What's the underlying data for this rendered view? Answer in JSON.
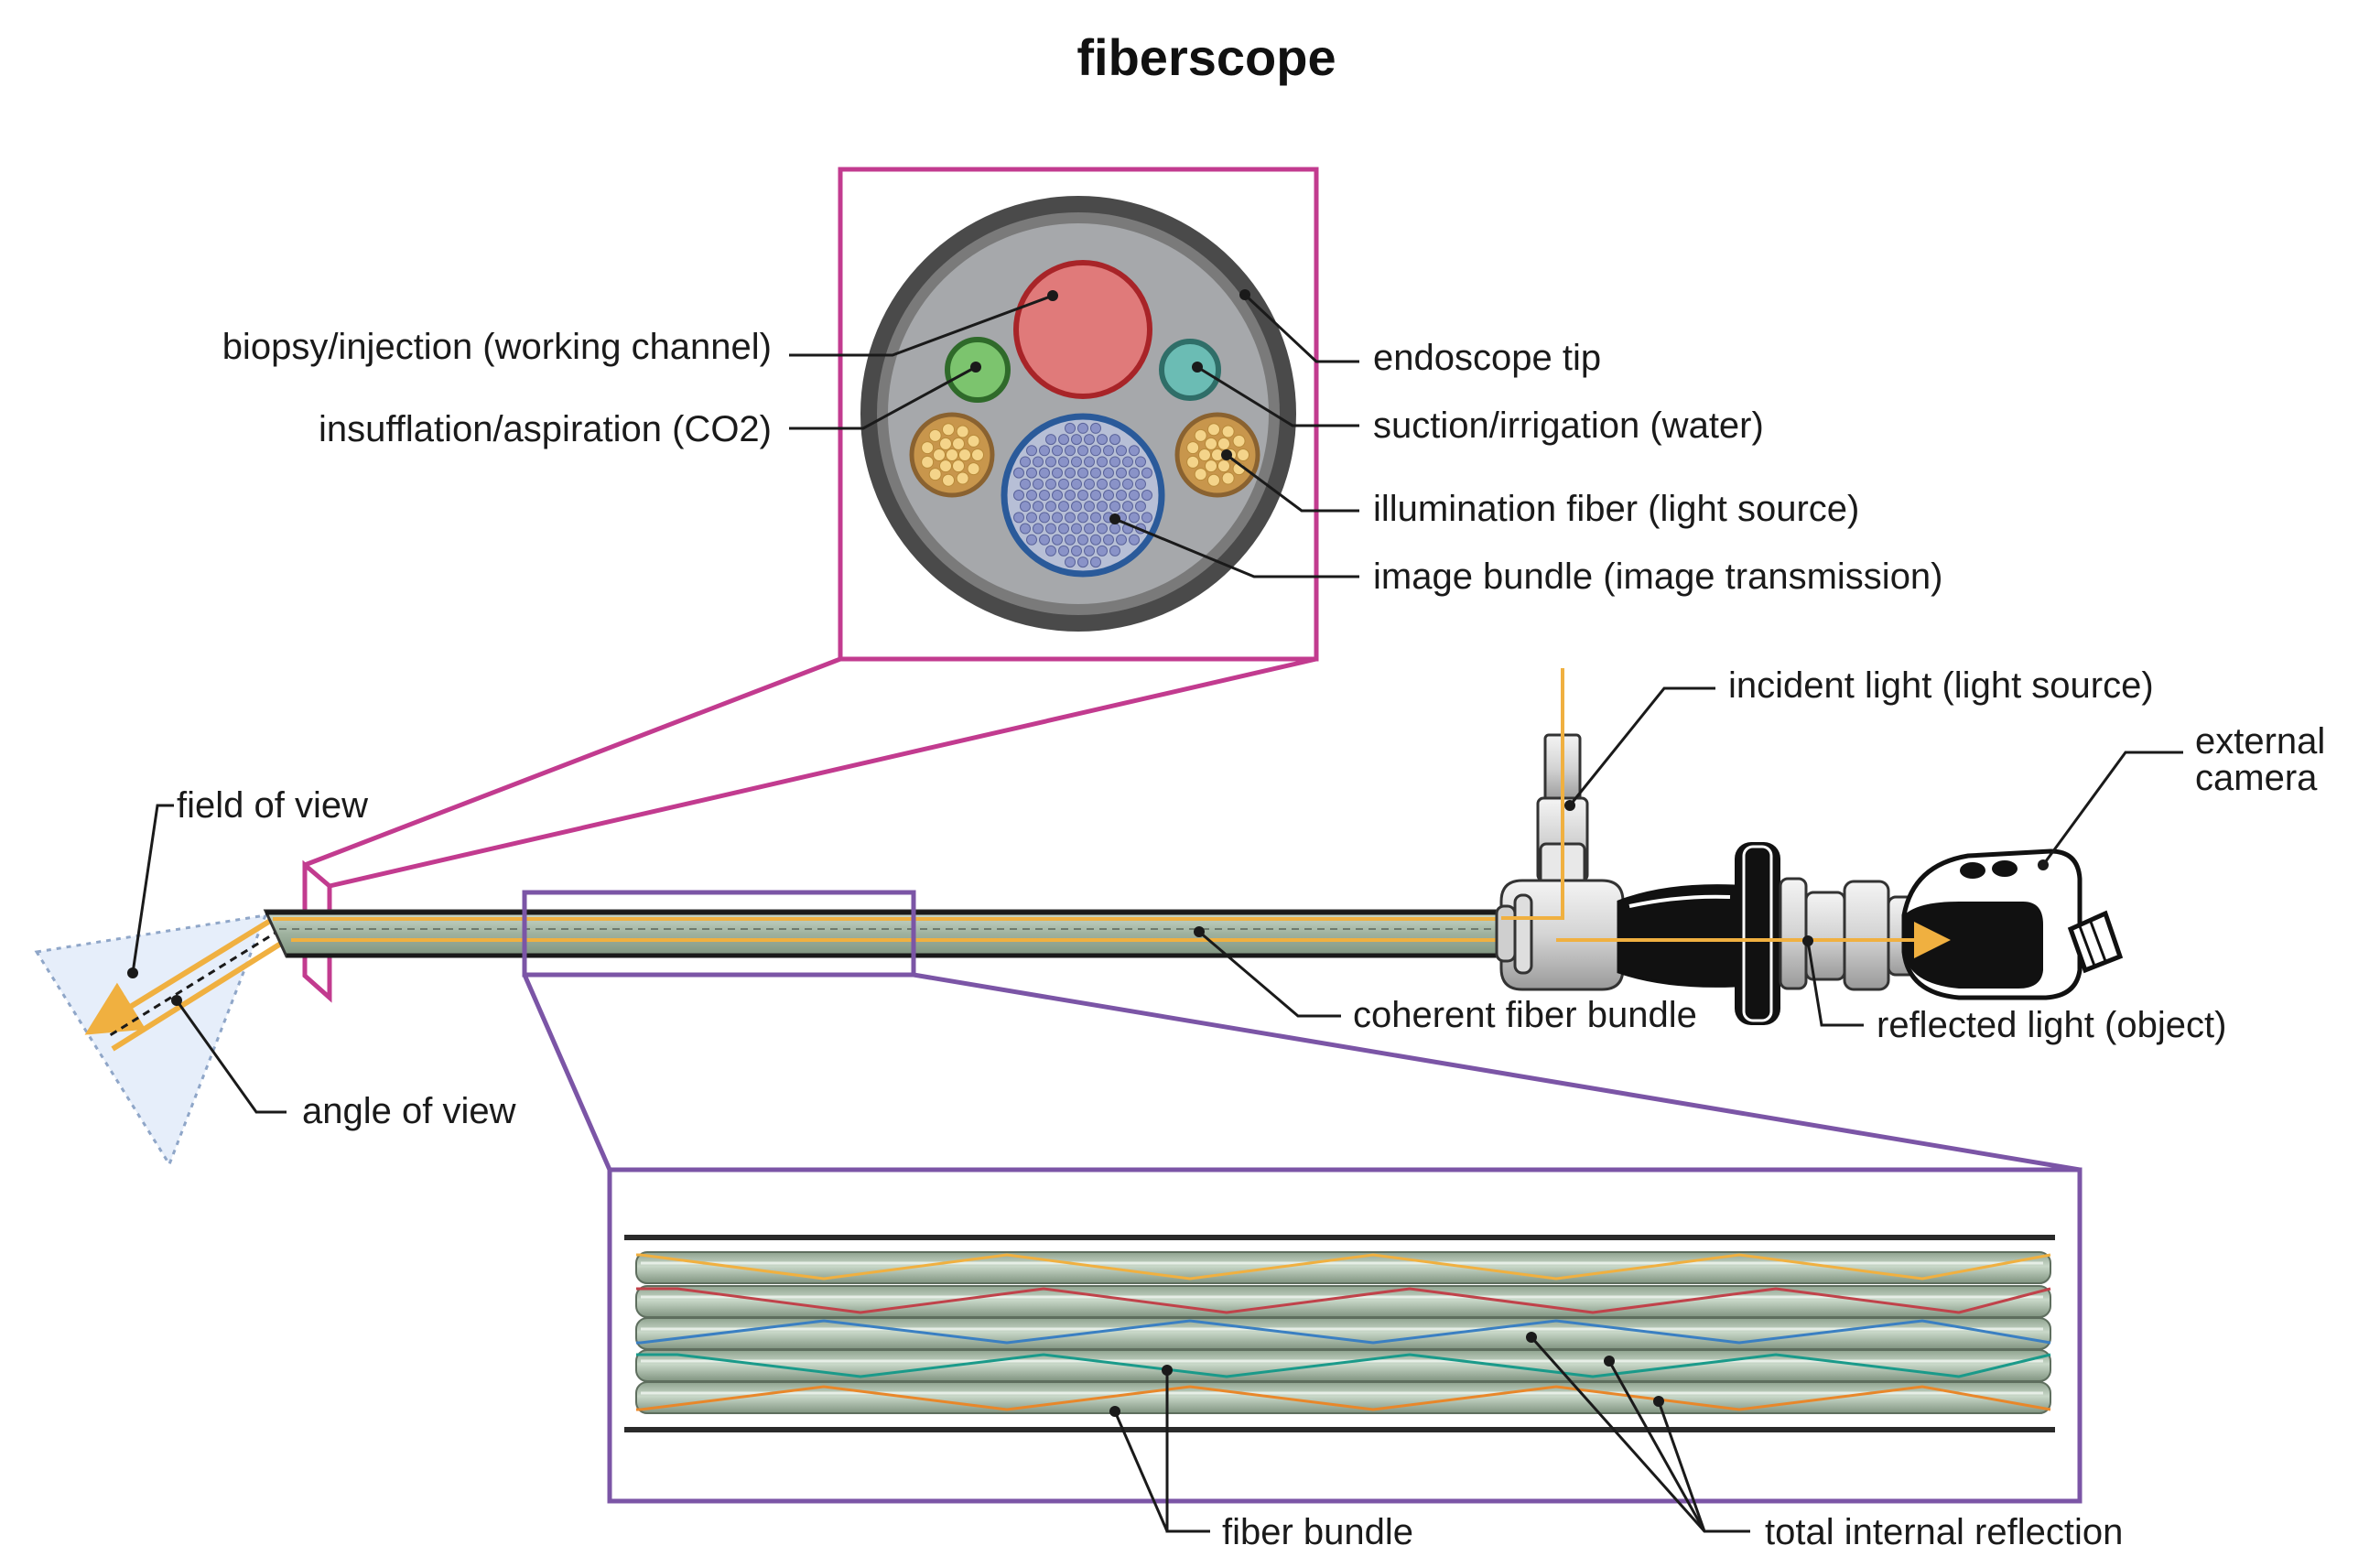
{
  "title": "fiberscope",
  "labels": {
    "biopsy": "biopsy/injection (working channel)",
    "insufflation": "insufflation/aspiration (CO2)",
    "endoscope_tip": "endoscope tip",
    "suction": "suction/irrigation (water)",
    "illumination": "illumination fiber (light source)",
    "image_bundle": "image bundle (image transmission)",
    "incident_light": "incident light (light source)",
    "external_camera_1": "external",
    "external_camera_2": "camera",
    "field_of_view": "field of view",
    "angle_of_view": "angle of view",
    "coherent_bundle": "coherent fiber bundle",
    "reflected_light": "reflected light (object)",
    "fiber_bundle": "fiber bundle",
    "tir": "total internal reflection"
  },
  "colors": {
    "magenta": "#c23b8f",
    "purple": "#7b55a6",
    "light_ray": "#f0b040",
    "working_channel": "#e07a7a",
    "insufflation": "#7cc46e",
    "suction": "#6bbcb4",
    "image_bundle": "#2a5a9a",
    "illumination": "#c8964c",
    "ray_red": "#c0424a",
    "ray_blue": "#3a7fc2",
    "ray_teal": "#1a9a8a",
    "ray_orange": "#e8872a"
  }
}
